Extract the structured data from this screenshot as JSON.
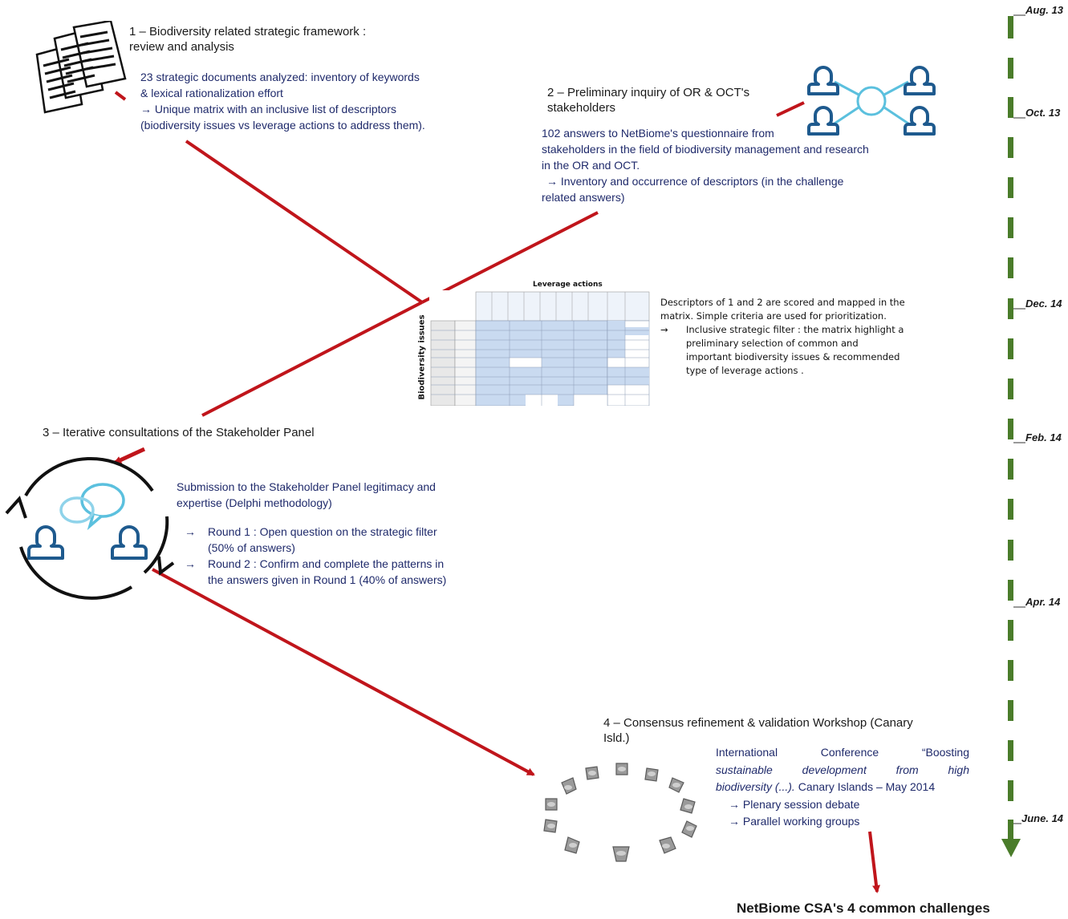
{
  "step1": {
    "title_line1": "1 – Biodiversity related strategic framework :",
    "title_line2": "review and analysis",
    "lines": [
      "23 strategic documents analyzed: inventory of keywords",
      "& lexical rationalization effort",
      "→ Unique matrix with an inclusive list of descriptors",
      "(biodiversity issues vs leverage actions to address them)."
    ],
    "icon": "documents-icon"
  },
  "step2": {
    "title_line1": "2 – Preliminary inquiry of OR & OCT's",
    "title_line2": "stakeholders",
    "lines": [
      "102 answers to NetBiome's questionnaire from",
      "stakeholders in the field of biodiversity management and research",
      "in the OR and OCT.",
      "→ Inventory and occurrence of descriptors (in the challenge",
      "related answers)"
    ],
    "icon": "stakeholder-network-icon"
  },
  "matrix": {
    "top_label": "Leverage actions",
    "side_label": "Biodiversity issues",
    "note_line1": "Descriptors of 1 and 2 are scored and mapped in the",
    "note_line2": "matrix. Simple criteria are used for prioritization.",
    "bullet_symbol": "→",
    "bullet_lines": [
      "Inclusive strategic filter : the matrix highlight a",
      "preliminary selection of common and",
      "important biodiversity issues & recommended",
      "type of leverage actions ."
    ]
  },
  "step3": {
    "title": "3 – Iterative consultations of the Stakeholder Panel",
    "intro_lines": [
      "Submission to the Stakeholder Panel legitimacy and",
      "expertise (Delphi methodology)"
    ],
    "bullet_symbol": "→",
    "rounds": [
      {
        "line1": "Round 1 : Open question on the strategic filter",
        "line2": "(50% of answers)"
      },
      {
        "line1": "Round 2 : Confirm and complete the patterns in",
        "line2": "the answers given in Round 1 (40% of answers)"
      }
    ],
    "icon": "consultation-cycle-icon"
  },
  "step4": {
    "title_line1": "4 – Consensus refinement & validation Workshop (Canary",
    "title_line2": "Isld.)",
    "conf_line1": "International Conference “Boosting",
    "conf_line2": "sustainable development from high",
    "conf_line3_italic": "biodiversity (...).",
    "conf_line3_rest": " Canary Islands – May 2014",
    "bullets": [
      "→ Plenary session debate",
      "→ Parallel working groups"
    ],
    "icon": "workshop-chairs-icon"
  },
  "outcome": "NetBiome CSA's 4 common challenges",
  "timeline": {
    "dates": [
      "Aug. 13",
      "Oct. 13",
      "Dec. 14",
      "Feb. 14",
      "Apr. 14",
      "June. 14"
    ],
    "color": "#4a7c2a"
  },
  "colors": {
    "arrow_red": "#c0151b",
    "text_blue": "#1f2a6b",
    "icon_blue": "#1e5a8e",
    "icon_light_blue": "#5bc0de",
    "matrix_cell": "#c9daf0"
  }
}
